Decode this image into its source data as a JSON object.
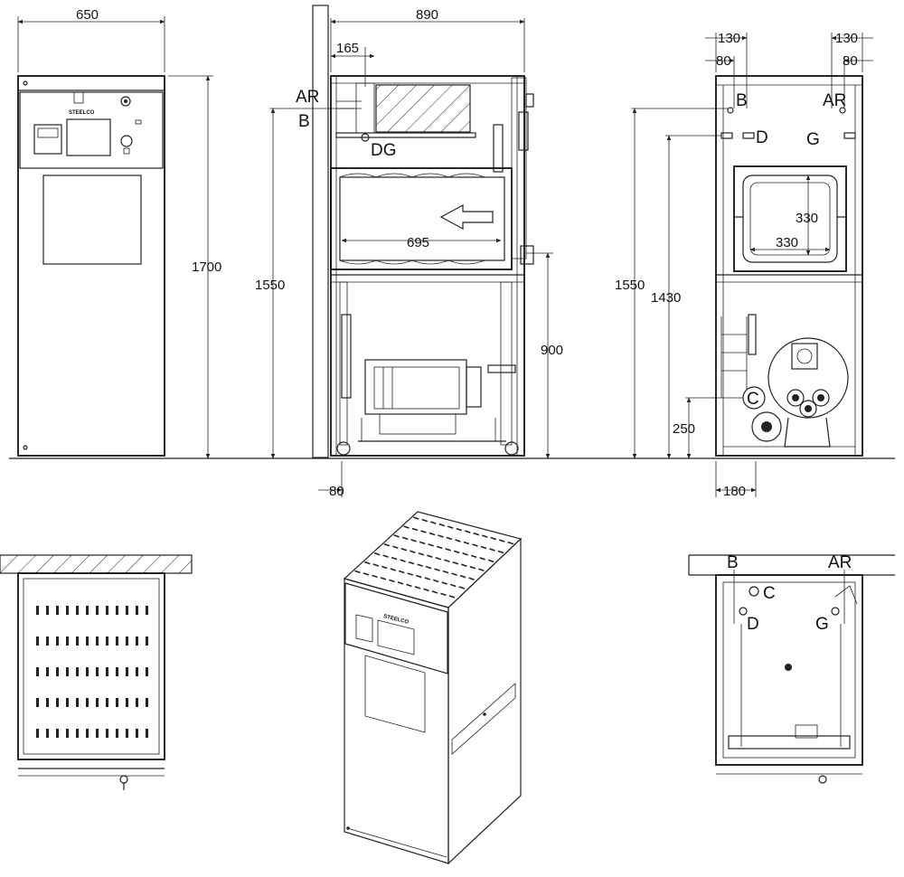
{
  "colors": {
    "line": "#222222",
    "background": "#ffffff"
  },
  "front_view": {
    "dim_width": "650",
    "dim_height": "1700",
    "brand_plate": "STEELCO"
  },
  "side_view": {
    "dim_width": "890",
    "dim_top_offset": "165",
    "dim_height": "1550",
    "dim_chamber": "695",
    "dim_mid": "900",
    "dim_foot": "80",
    "label_ar": "AR",
    "label_b": "B",
    "label_dg": "DG"
  },
  "rear_view": {
    "dim_left_130": "130",
    "dim_left_80": "80",
    "dim_right_130": "130",
    "dim_right_80": "80",
    "dim_height_1550": "1550",
    "dim_height_1430": "1430",
    "dim_door_w": "330",
    "dim_door_h": "330",
    "dim_250": "250",
    "dim_180": "180",
    "label_b": "B",
    "label_ar": "AR",
    "label_d": "D",
    "label_g": "G",
    "label_c": "C"
  },
  "top_view": {
    "label_b": "B",
    "label_ar": "AR",
    "label_c": "C",
    "label_d": "D",
    "label_g": "G"
  },
  "iso_view": {
    "brand_plate": "STEELCO"
  }
}
